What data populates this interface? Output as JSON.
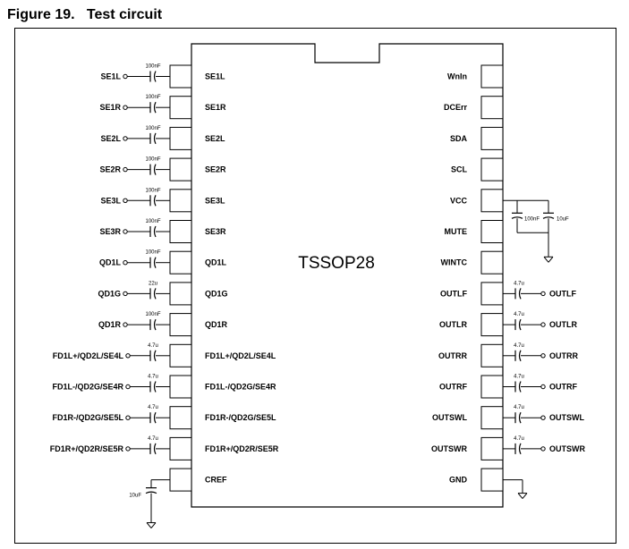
{
  "figure": {
    "title": "Figure 19.   Test circuit",
    "chip_label": "TSSOP28"
  },
  "left_pins": [
    {
      "pin": "SE1L",
      "signal": "SE1L",
      "cap": "100nF"
    },
    {
      "pin": "SE1R",
      "signal": "SE1R",
      "cap": "100nF"
    },
    {
      "pin": "SE2L",
      "signal": "SE2L",
      "cap": "100nF"
    },
    {
      "pin": "SE2R",
      "signal": "SE2R",
      "cap": "100nF"
    },
    {
      "pin": "SE3L",
      "signal": "SE3L",
      "cap": "100nF"
    },
    {
      "pin": "SE3R",
      "signal": "SE3R",
      "cap": "100nF"
    },
    {
      "pin": "QD1L",
      "signal": "QD1L",
      "cap": "100nF"
    },
    {
      "pin": "QD1G",
      "signal": "QD1G",
      "cap": "22u"
    },
    {
      "pin": "QD1R",
      "signal": "QD1R",
      "cap": "100nF"
    },
    {
      "pin": "FD1L+/QD2L/SE4L",
      "signal": "FD1L+/QD2L/SE4L",
      "cap": "4.7u"
    },
    {
      "pin": "FD1L-/QD2G/SE4R",
      "signal": "FD1L-/QD2G/SE4R",
      "cap": "4.7u"
    },
    {
      "pin": "FD1R-/QD2G/SE5L",
      "signal": "FD1R-/QD2G/SE5L",
      "cap": "4.7u"
    },
    {
      "pin": "FD1R+/QD2R/SE5R",
      "signal": "FD1R+/QD2R/SE5R",
      "cap": "4.7u"
    },
    {
      "pin": "CREF",
      "signal": "",
      "cap": "10uF"
    }
  ],
  "right_pins": [
    {
      "pin": "WnIn",
      "signal": "",
      "cap": ""
    },
    {
      "pin": "DCErr",
      "signal": "",
      "cap": ""
    },
    {
      "pin": "SDA",
      "signal": "",
      "cap": ""
    },
    {
      "pin": "SCL",
      "signal": "",
      "cap": ""
    },
    {
      "pin": "VCC",
      "signal": "",
      "cap": "100nF",
      "cap2": "10uF"
    },
    {
      "pin": "MUTE",
      "signal": "",
      "cap": ""
    },
    {
      "pin": "WINTC",
      "signal": "",
      "cap": ""
    },
    {
      "pin": "OUTLF",
      "signal": "OUTLF",
      "cap": "4.7u"
    },
    {
      "pin": "OUTLR",
      "signal": "OUTLR",
      "cap": "4.7u"
    },
    {
      "pin": "OUTRR",
      "signal": "OUTRR",
      "cap": "4.7u"
    },
    {
      "pin": "OUTRF",
      "signal": "OUTRF",
      "cap": "4.7u"
    },
    {
      "pin": "OUTSWL",
      "signal": "OUTSWL",
      "cap": "4.7u"
    },
    {
      "pin": "OUTSWR",
      "signal": "OUTSWR",
      "cap": "4.7u"
    },
    {
      "pin": "GND",
      "signal": "",
      "cap": ""
    }
  ]
}
